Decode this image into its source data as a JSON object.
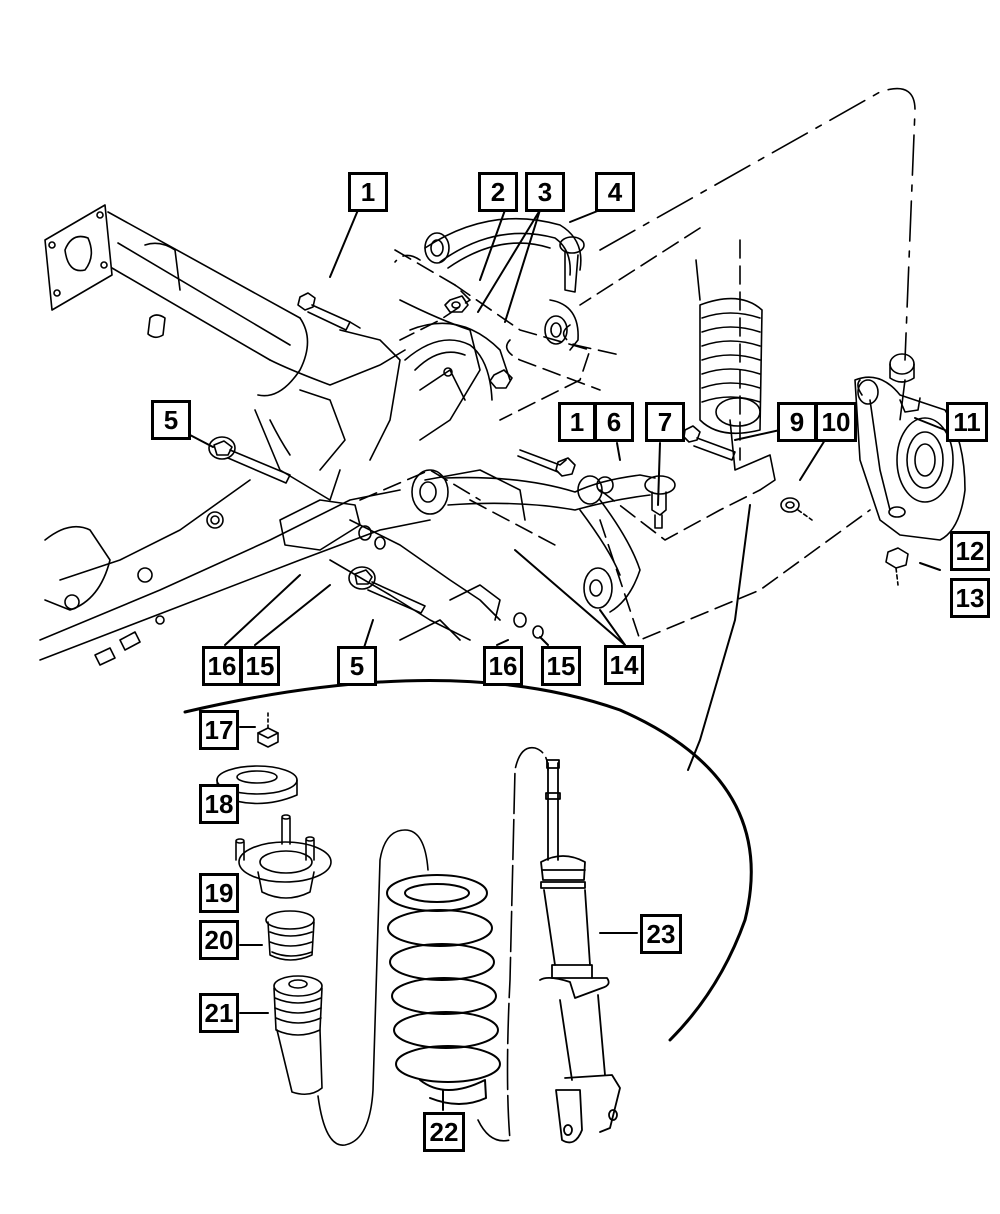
{
  "diagram": {
    "type": "exploded parts diagram",
    "subject": "Front suspension — crossmember, control arms, knuckle, strut/spring assembly",
    "line_color": "#000000",
    "background_color": "#ffffff",
    "callouts": [
      {
        "id": "c1a",
        "label": "1"
      },
      {
        "id": "c2",
        "label": "2"
      },
      {
        "id": "c3",
        "label": "3"
      },
      {
        "id": "c4",
        "label": "4"
      },
      {
        "id": "c5a",
        "label": "5"
      },
      {
        "id": "c1b",
        "label": "1"
      },
      {
        "id": "c6",
        "label": "6"
      },
      {
        "id": "c7",
        "label": "7"
      },
      {
        "id": "c9",
        "label": "9"
      },
      {
        "id": "c10",
        "label": "10"
      },
      {
        "id": "c11",
        "label": "11"
      },
      {
        "id": "c12",
        "label": "12"
      },
      {
        "id": "c13",
        "label": "13"
      },
      {
        "id": "c16a",
        "label": "16"
      },
      {
        "id": "c15a",
        "label": "15"
      },
      {
        "id": "c5b",
        "label": "5"
      },
      {
        "id": "c16b",
        "label": "16"
      },
      {
        "id": "c15b",
        "label": "15"
      },
      {
        "id": "c14",
        "label": "14"
      },
      {
        "id": "c17",
        "label": "17"
      },
      {
        "id": "c18",
        "label": "18"
      },
      {
        "id": "c19",
        "label": "19"
      },
      {
        "id": "c20",
        "label": "20"
      },
      {
        "id": "c21",
        "label": "21"
      },
      {
        "id": "c22",
        "label": "22"
      },
      {
        "id": "c23",
        "label": "23"
      }
    ],
    "parts": [
      {
        "name": "crossmember"
      },
      {
        "name": "upper-control-arm"
      },
      {
        "name": "lower-control-arm"
      },
      {
        "name": "bolt"
      },
      {
        "name": "nut"
      },
      {
        "name": "steering-knuckle"
      },
      {
        "name": "strut-boot"
      },
      {
        "name": "upper-mount-nut"
      },
      {
        "name": "spring-isolator"
      },
      {
        "name": "strut-mount"
      },
      {
        "name": "jounce-bumper"
      },
      {
        "name": "dust-boot"
      },
      {
        "name": "coil-spring"
      },
      {
        "name": "shock-absorber-strut"
      }
    ]
  }
}
